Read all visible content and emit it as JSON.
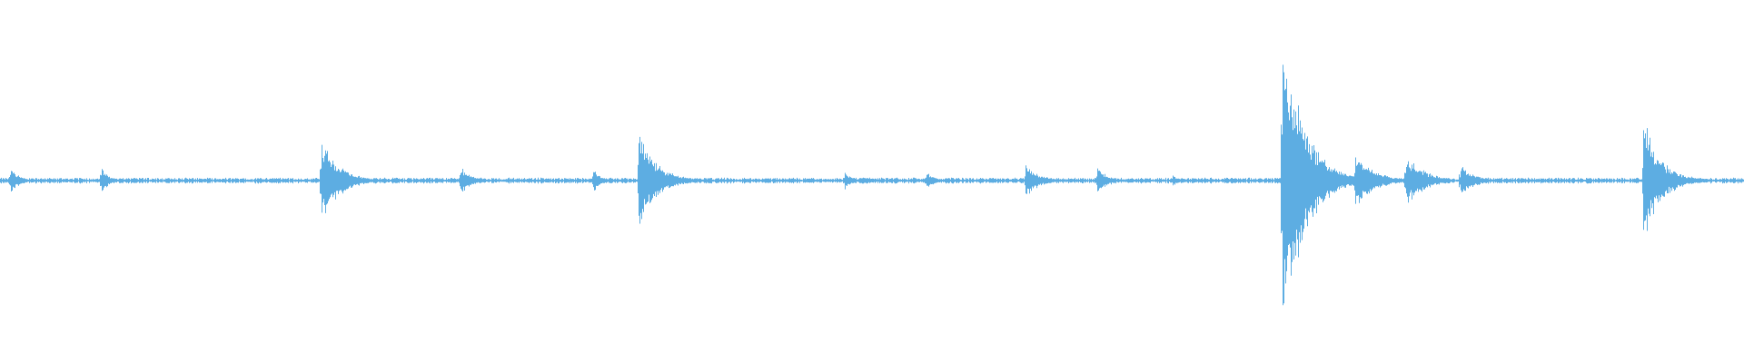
{
  "waveform": {
    "color": "#5dade2",
    "noise_amplitude": 0.012,
    "peaks": [
      {
        "t": 0.006,
        "amp": 0.1,
        "decay": 0.004
      },
      {
        "t": 0.058,
        "amp": 0.09,
        "decay": 0.004
      },
      {
        "t": 0.184,
        "amp": 0.25,
        "decay": 0.01
      },
      {
        "t": 0.196,
        "amp": 0.09,
        "decay": 0.006
      },
      {
        "t": 0.264,
        "amp": 0.08,
        "decay": 0.006
      },
      {
        "t": 0.34,
        "amp": 0.07,
        "decay": 0.004
      },
      {
        "t": 0.366,
        "amp": 0.3,
        "decay": 0.01
      },
      {
        "t": 0.371,
        "amp": 0.1,
        "decay": 0.006
      },
      {
        "t": 0.484,
        "amp": 0.06,
        "decay": 0.004
      },
      {
        "t": 0.531,
        "amp": 0.06,
        "decay": 0.004
      },
      {
        "t": 0.588,
        "amp": 0.1,
        "decay": 0.008
      },
      {
        "t": 0.629,
        "amp": 0.08,
        "decay": 0.006
      },
      {
        "t": 0.672,
        "amp": 0.04,
        "decay": 0.003
      },
      {
        "t": 0.735,
        "amp": 1.0,
        "decay": 0.012
      },
      {
        "t": 0.777,
        "amp": 0.18,
        "decay": 0.01
      },
      {
        "t": 0.806,
        "amp": 0.16,
        "decay": 0.01
      },
      {
        "t": 0.837,
        "amp": 0.1,
        "decay": 0.008
      },
      {
        "t": 0.942,
        "amp": 0.36,
        "decay": 0.01
      }
    ]
  }
}
